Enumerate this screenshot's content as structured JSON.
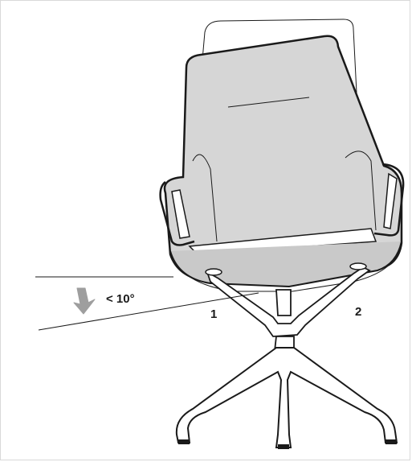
{
  "diagram": {
    "angle_label": "< 10°",
    "callouts": [
      "1",
      "2"
    ]
  },
  "colors": {
    "outline": "#1a1a1a",
    "shell_fill": "#d6d6d6",
    "seat_fill": "#c9c9c9",
    "arrow_fill": "#9e9e9e",
    "base_fill": "#ffffff"
  }
}
